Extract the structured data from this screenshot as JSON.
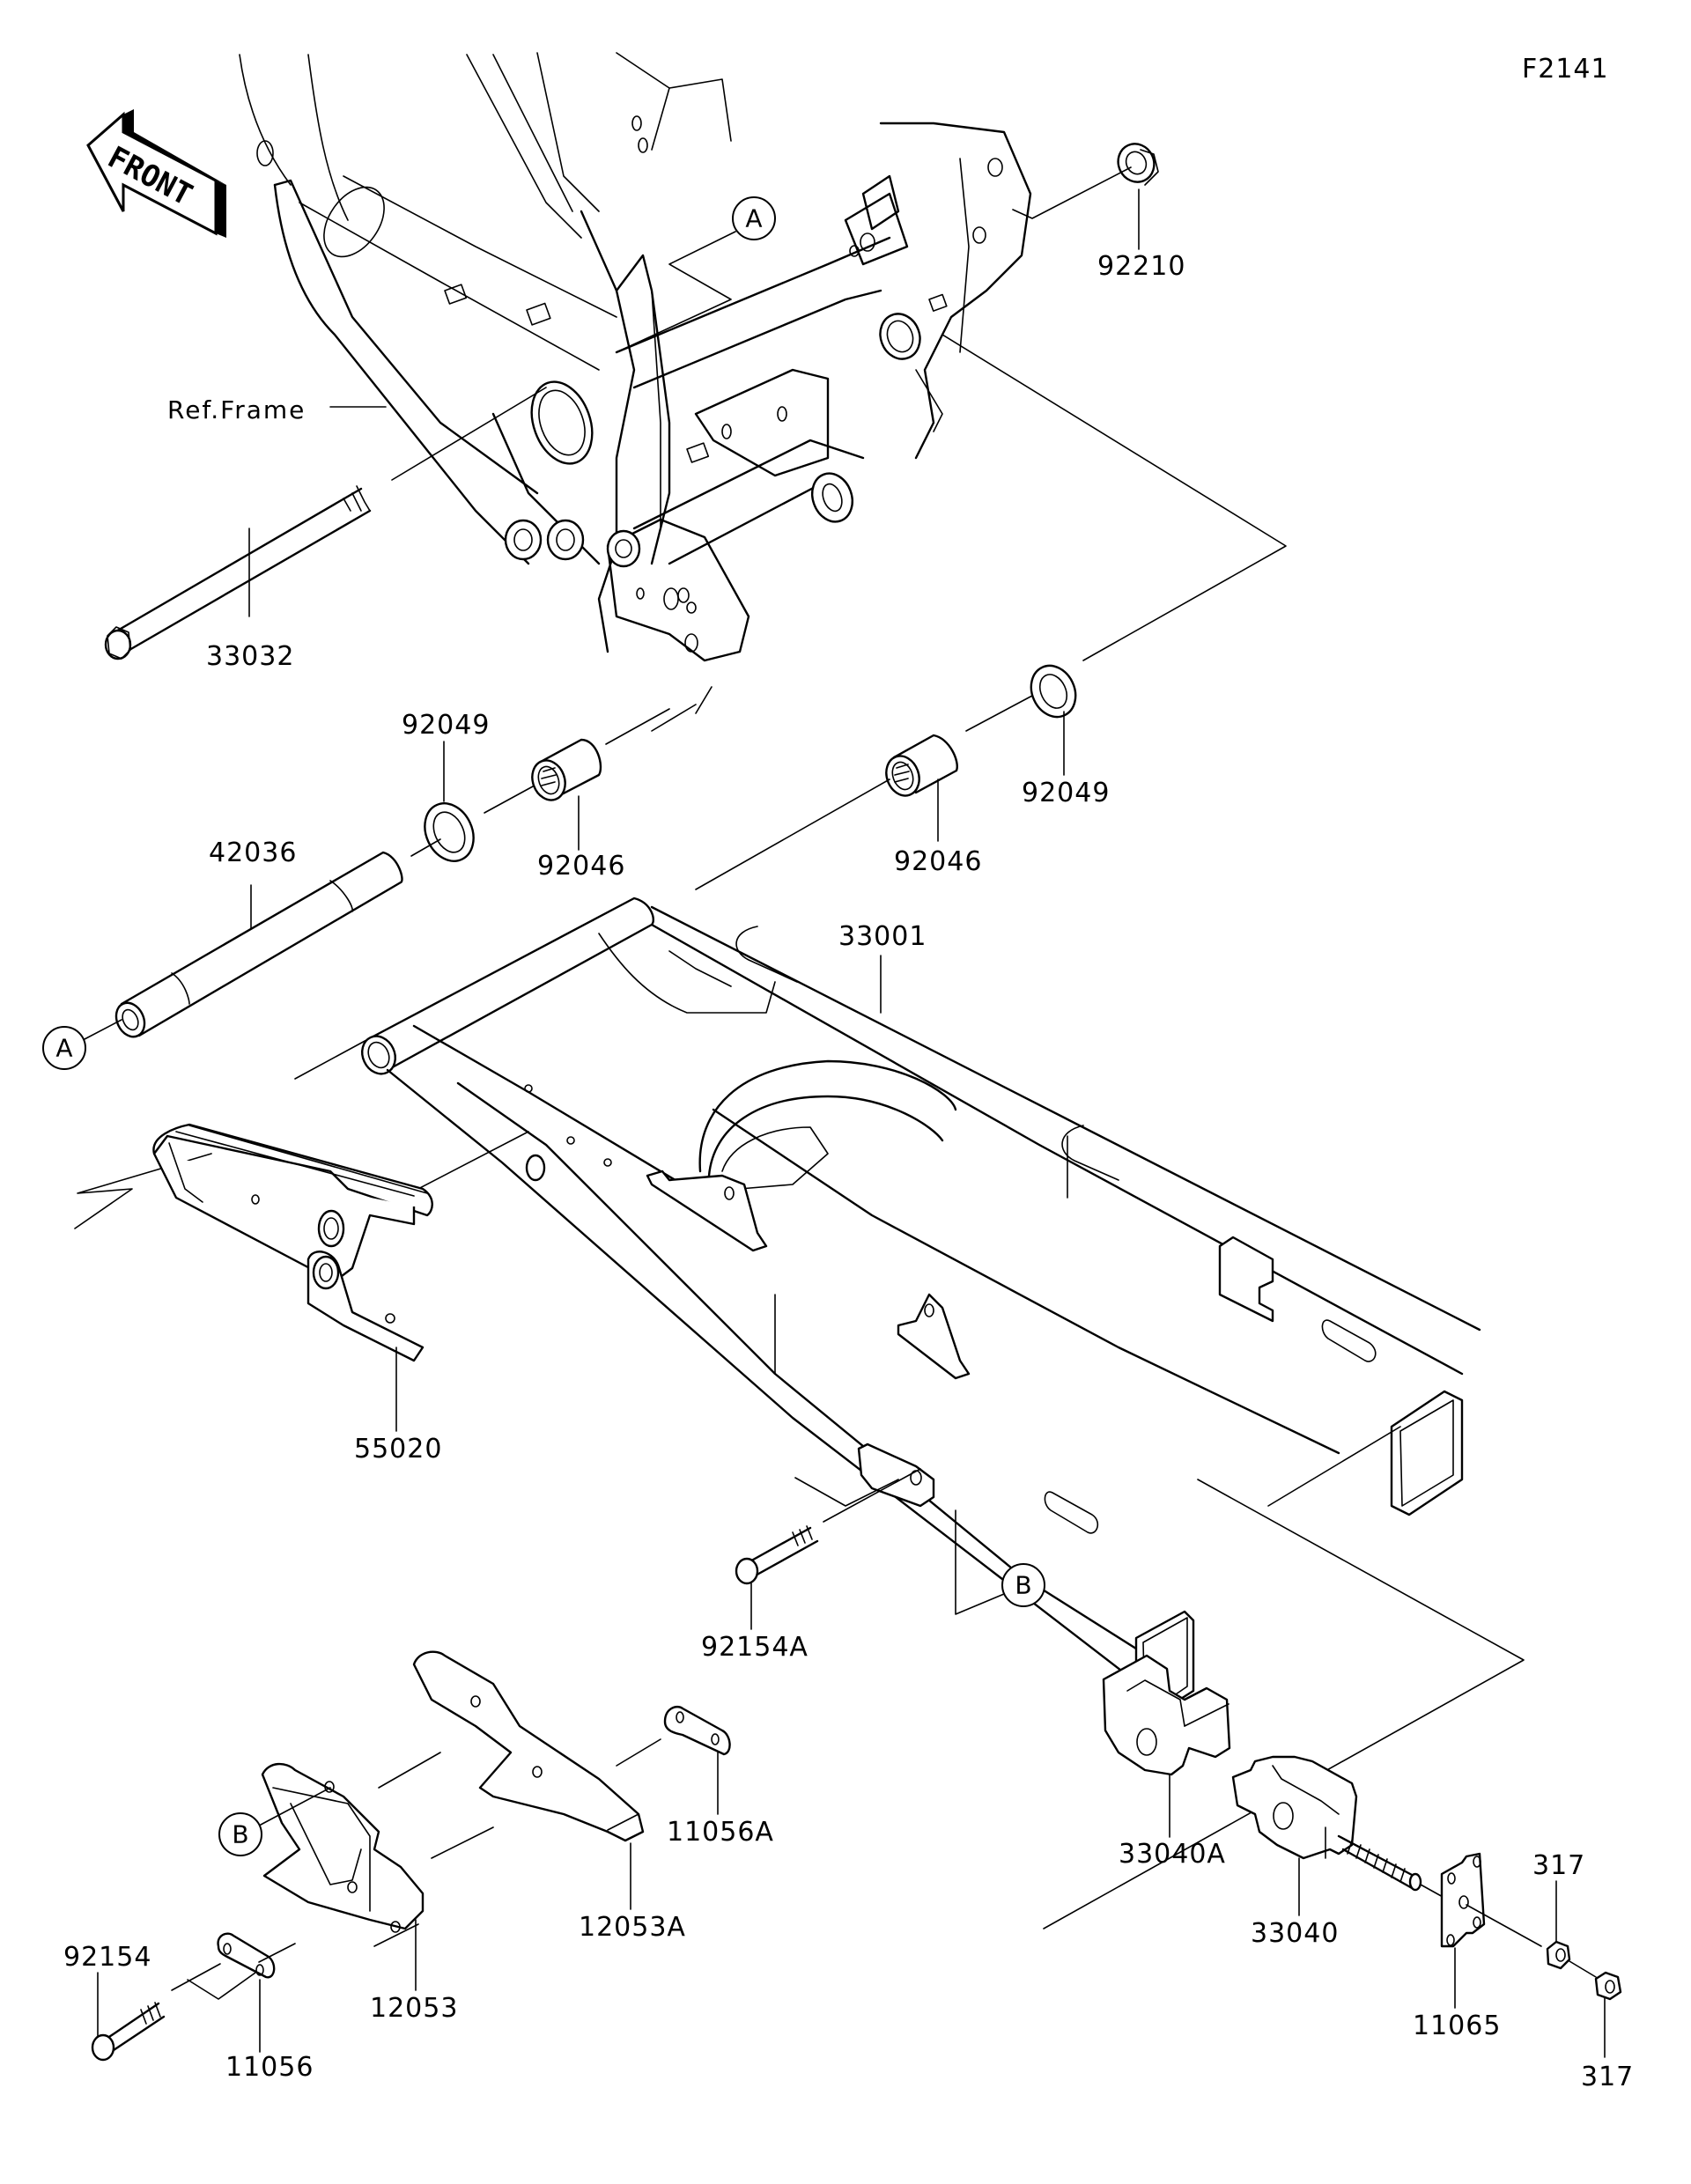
{
  "diagram": {
    "figure_id": "F2141",
    "direction_indicator": "FRONT",
    "reference_label": "Ref.Frame",
    "reference_markers": [
      "A",
      "B"
    ],
    "parts": [
      {
        "key": "p92210",
        "number": "92210"
      },
      {
        "key": "p33032",
        "number": "33032"
      },
      {
        "key": "p92049_left",
        "number": "92049"
      },
      {
        "key": "p92046_left",
        "number": "92046"
      },
      {
        "key": "p92046_right",
        "number": "92046"
      },
      {
        "key": "p92049_right",
        "number": "92049"
      },
      {
        "key": "p42036",
        "number": "42036"
      },
      {
        "key": "p33001",
        "number": "33001"
      },
      {
        "key": "p55020",
        "number": "55020"
      },
      {
        "key": "p92154A",
        "number": "92154A"
      },
      {
        "key": "p11056A",
        "number": "11056A"
      },
      {
        "key": "p12053A",
        "number": "12053A"
      },
      {
        "key": "p33040A",
        "number": "33040A"
      },
      {
        "key": "p33040",
        "number": "33040"
      },
      {
        "key": "p92154",
        "number": "92154"
      },
      {
        "key": "p11056",
        "number": "11056"
      },
      {
        "key": "p12053",
        "number": "12053"
      },
      {
        "key": "p11065",
        "number": "11065"
      },
      {
        "key": "p317_top",
        "number": "317"
      },
      {
        "key": "p317_bottom",
        "number": "317"
      }
    ]
  }
}
